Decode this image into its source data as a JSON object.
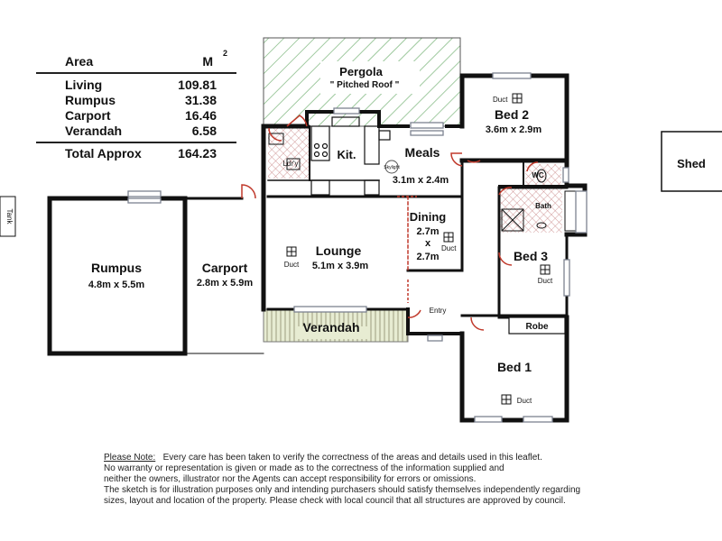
{
  "area_table": {
    "header_label": "Area",
    "header_unit": "M",
    "header_unit_sup": "2",
    "rows": [
      {
        "name": "Living",
        "value": "109.81"
      },
      {
        "name": "Rumpus",
        "value": "31.38"
      },
      {
        "name": "Carport",
        "value": "16.46"
      },
      {
        "name": "Verandah",
        "value": "6.58"
      }
    ],
    "total_label": "Total Approx",
    "total_value": "164.23"
  },
  "rooms": {
    "pergola": {
      "name": "Pergola",
      "sub": "\" Pitched Roof \""
    },
    "bed2": {
      "name": "Bed 2",
      "size": "3.6m x 2.9m"
    },
    "meals": {
      "name": "Meals",
      "size": "3.1m x 2.4m",
      "skylight": "Skylight"
    },
    "kitchen": {
      "name": "Kit."
    },
    "laundry": {
      "name": "Ldr'y"
    },
    "wc": {
      "name": "WC"
    },
    "bath": {
      "name": "Bath"
    },
    "dining": {
      "name": "Dining",
      "size_a": "2.7m",
      "size_x": "x",
      "size_b": "2.7m"
    },
    "lounge": {
      "name": "Lounge",
      "size": "5.1m x 3.9m"
    },
    "bed3": {
      "name": "Bed 3"
    },
    "robe": {
      "name": "Robe"
    },
    "entry": {
      "name": "Entry"
    },
    "bed1": {
      "name": "Bed 1"
    },
    "rumpus": {
      "name": "Rumpus",
      "size": "4.8m x 5.5m"
    },
    "carport": {
      "name": "Carport",
      "size": "2.8m x 5.9m"
    },
    "verandah": {
      "name": "Verandah"
    },
    "shed": {
      "name": "Shed"
    },
    "tank": {
      "name": "Tank"
    }
  },
  "duct_label": "Duct",
  "note": {
    "heading": "Please Note:",
    "line1": "Every care has been taken to verify the correctness of the areas and details used in this leaflet.",
    "line2": "No warranty or representation is given or made as to the correctness of the information supplied and",
    "line3": "neither the owners, illustrator nor the Agents can accept responsibility for errors or omissions.",
    "line4": "The sketch is for illustration purposes only and intending purchasers should satisfy themselves independently regarding",
    "line5": "sizes, layout and location of the property. Please check with local council that all structures are approved by council."
  },
  "colors": {
    "wall": "#111111",
    "pergola_hatch": "#6fae6f",
    "verandah_fill": "#e7ecd2",
    "door": "#c0392b",
    "window": "#8a8f9a"
  }
}
